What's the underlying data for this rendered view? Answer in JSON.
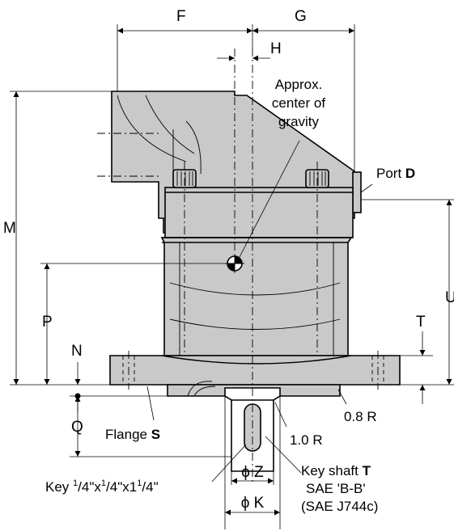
{
  "labels": {
    "F": "F",
    "G": "G",
    "H": "H",
    "M": "M",
    "P": "P",
    "N": "N",
    "Q": "Q",
    "T": "T",
    "U": "U",
    "cog_line1": "Approx.",
    "cog_line2": "center of",
    "cog_line3": "gravity",
    "port_prefix": "Port ",
    "port_id": "D",
    "flange_prefix": "Flange ",
    "flange_id": "S",
    "radius_small": "0.8 R",
    "radius_large": "1.0 R",
    "key_prefix": "Key ",
    "key_n1": "1",
    "key_d1": "4",
    "key_x1": "\"x",
    "key_n2": "1",
    "key_d2": "4",
    "key_x2": "\"x1",
    "key_n3": "1",
    "key_d3": "4",
    "key_end": "\"",
    "shaft_prefix": "Key shaft ",
    "shaft_id": "T",
    "shaft_sae": "SAE 'B-B'",
    "shaft_std": "(SAE J744c)",
    "dia_z": "ϕ Z",
    "dia_k": "ϕ K"
  },
  "colors": {
    "body_fill": "#c9c9c9",
    "line": "#000000",
    "background": "#ffffff"
  }
}
